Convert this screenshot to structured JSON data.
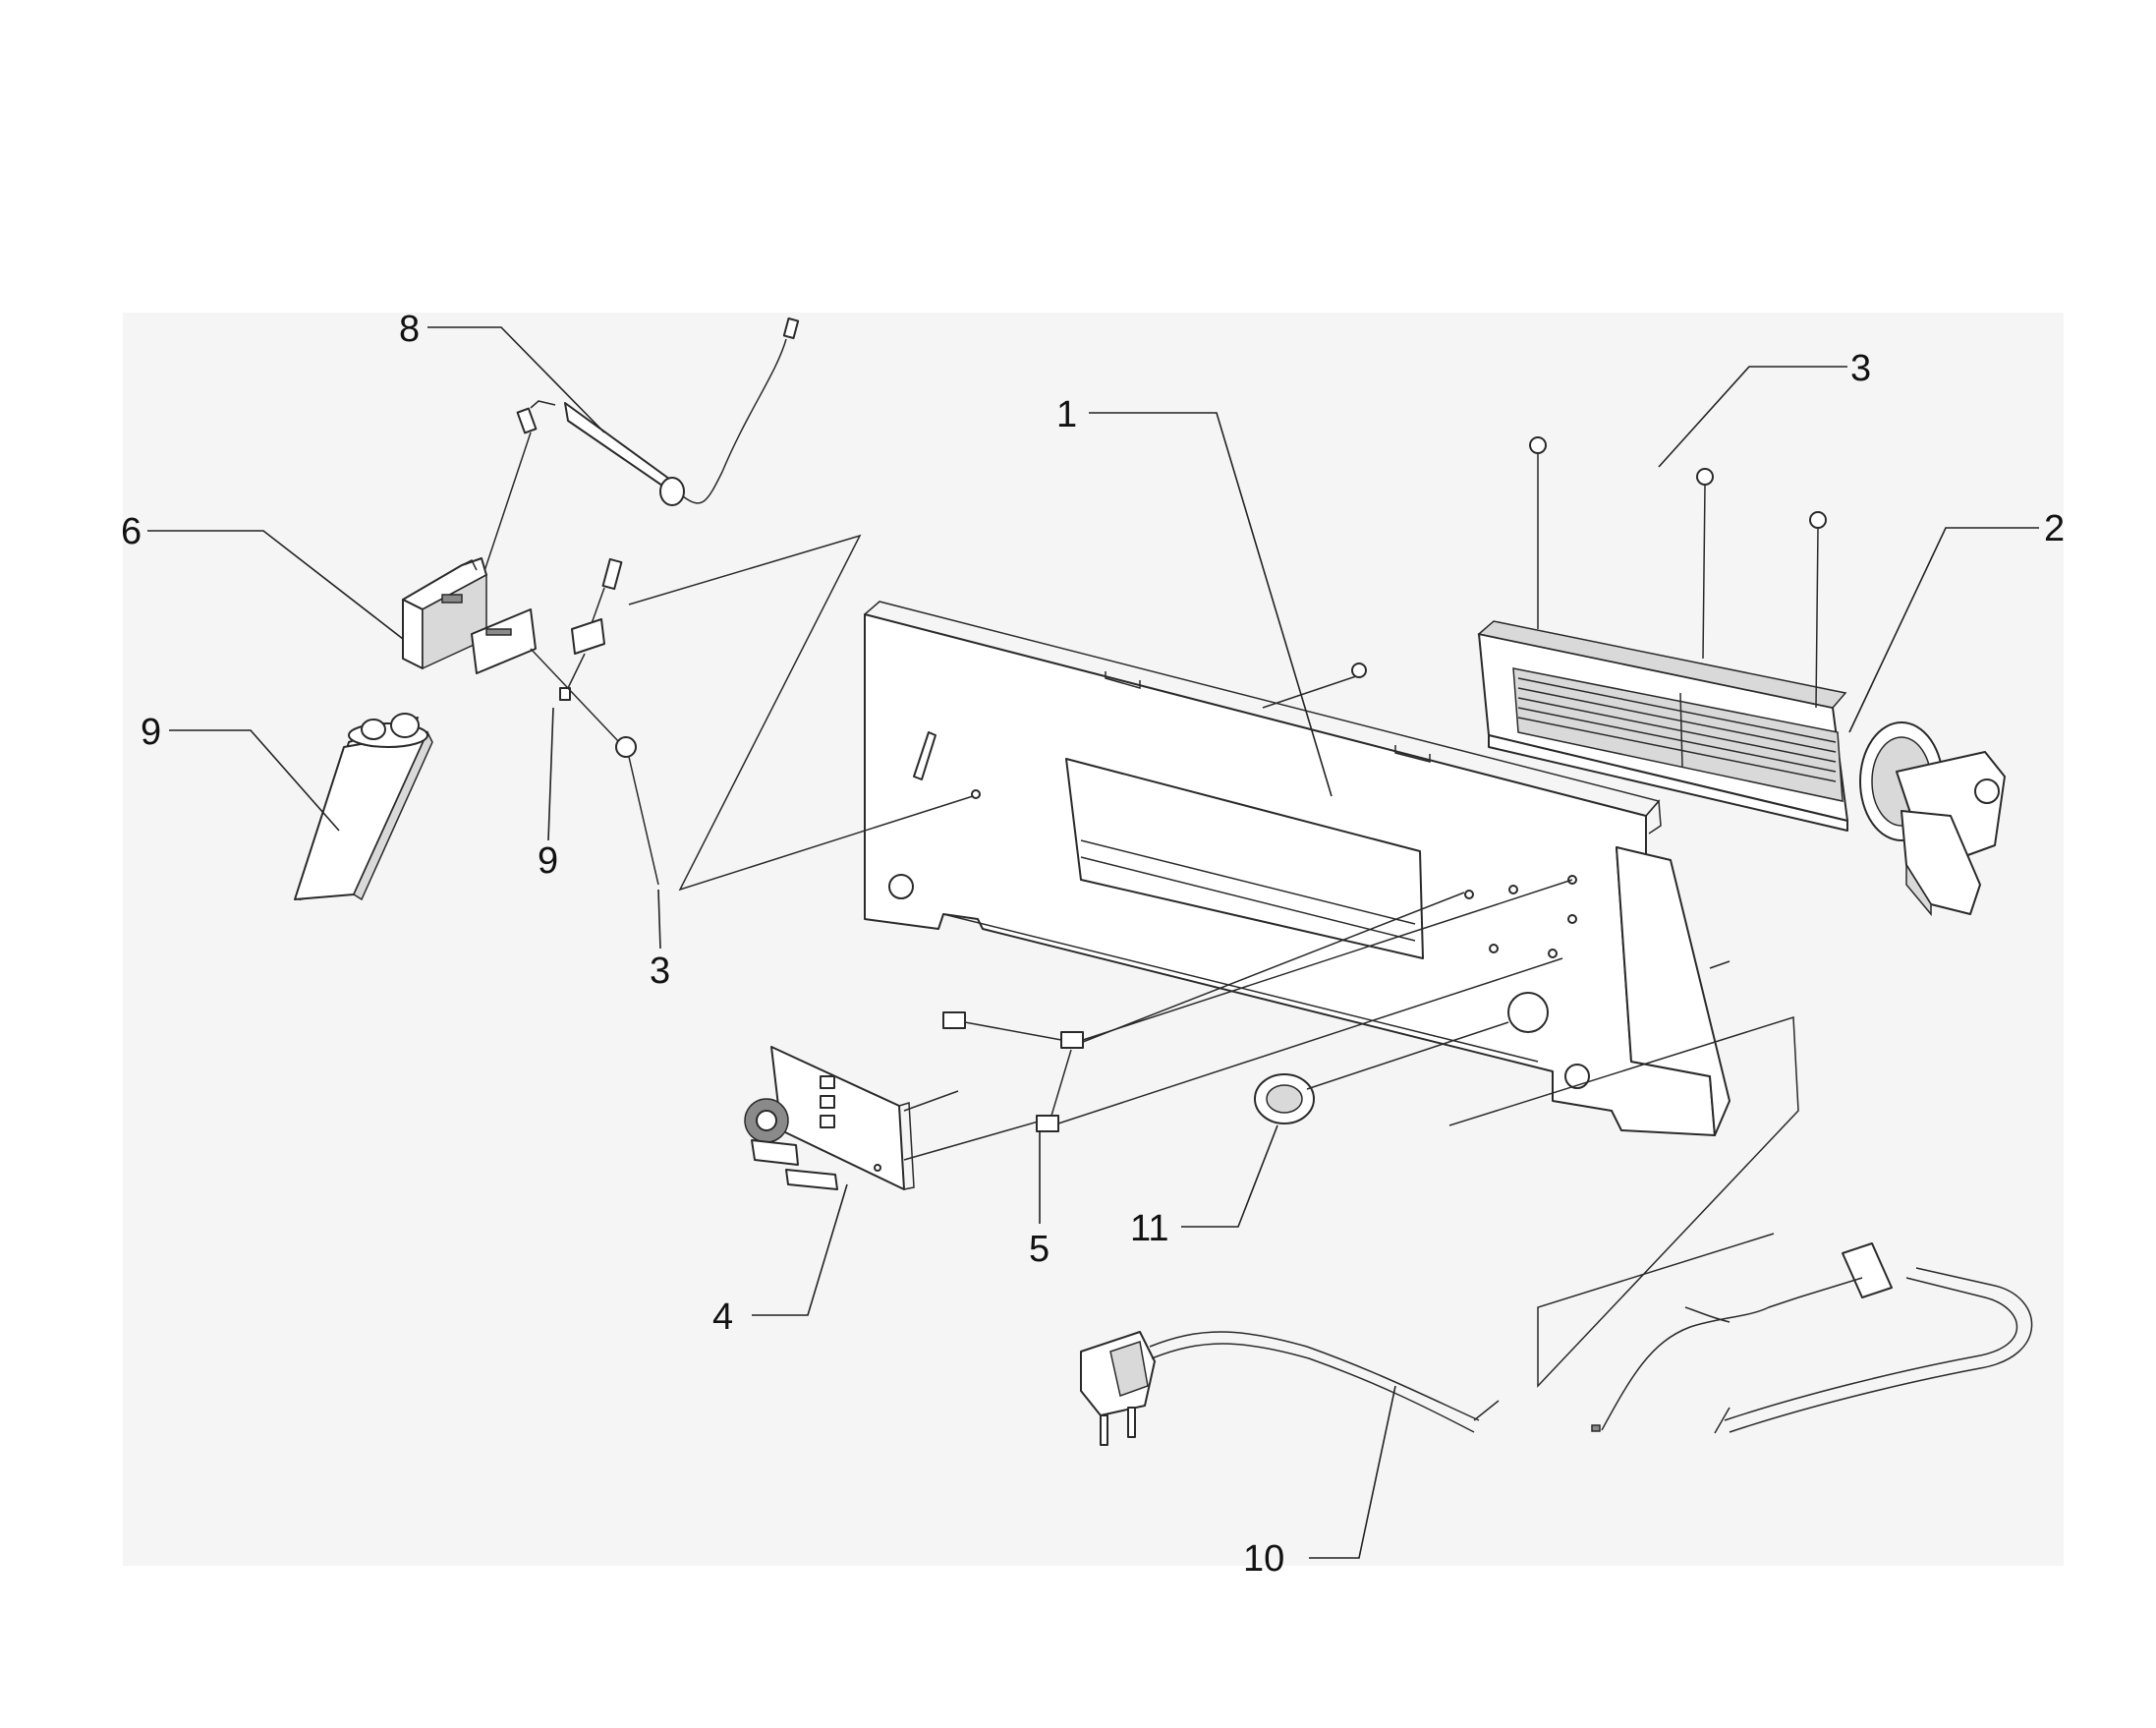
{
  "callouts": {
    "c1": "1",
    "c2": "2",
    "c3_top": "3",
    "c3_left": "3",
    "c4": "4",
    "c5": "5",
    "c6": "6",
    "c8": "8",
    "c9_left": "9",
    "c9_mid": "9",
    "c10": "10",
    "c11": "11"
  },
  "colors": {
    "background_panel": "#f5f5f5",
    "line": "#2a2a2a"
  },
  "icons": [
    "fan-assembly-icon",
    "back-panel-icon",
    "pcb-board-icon",
    "capacitor-icon",
    "power-cord-plug-icon",
    "grommet-icon",
    "screw-icon",
    "diode-icon",
    "fuse-icon",
    "bracket-icon"
  ]
}
